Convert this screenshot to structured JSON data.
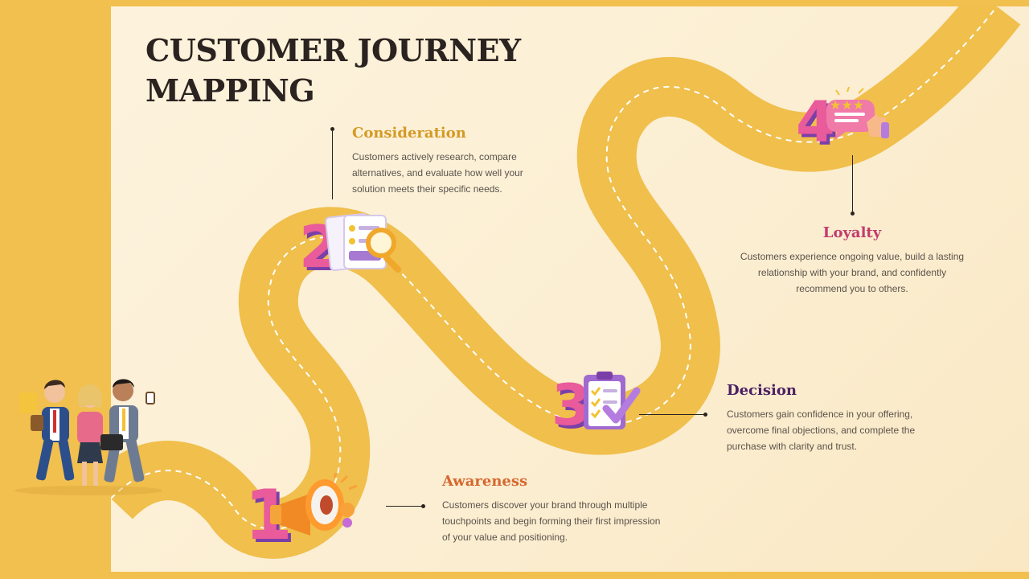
{
  "title": {
    "line1": "CUSTOMER JOURNEY",
    "line2": "MAPPING"
  },
  "stages": [
    {
      "number": "1",
      "title": "Awareness",
      "desc": "Customers discover your brand through multiple touchpoints and begin forming their first impression of your value and positioning.",
      "color": "#d6682f",
      "icon": "megaphone-icon"
    },
    {
      "number": "2",
      "title": "Consideration",
      "desc": "Customers actively research, compare alternatives, and evaluate how well your solution meets their specific needs.",
      "color": "#d49a24",
      "icon": "magnifier-document-icon"
    },
    {
      "number": "3",
      "title": "Decision",
      "desc": "Customers gain confidence in your offering, overcome final objections, and complete the purchase with clarity and trust.",
      "color": "#4b2163",
      "icon": "clipboard-check-icon"
    },
    {
      "number": "4",
      "title": "Loyalty",
      "desc": "Customers experience ongoing value, build a lasting relationship with your brand, and confidently recommend you to others.",
      "color": "#c23b6e",
      "icon": "rating-thumbs-up-icon"
    }
  ],
  "colors": {
    "frame": "#f2c04e",
    "road": "#f0bf4c",
    "background": "#fdf3dd",
    "number_pink": "#e95b9a",
    "number_purple": "#7b3fa8"
  }
}
